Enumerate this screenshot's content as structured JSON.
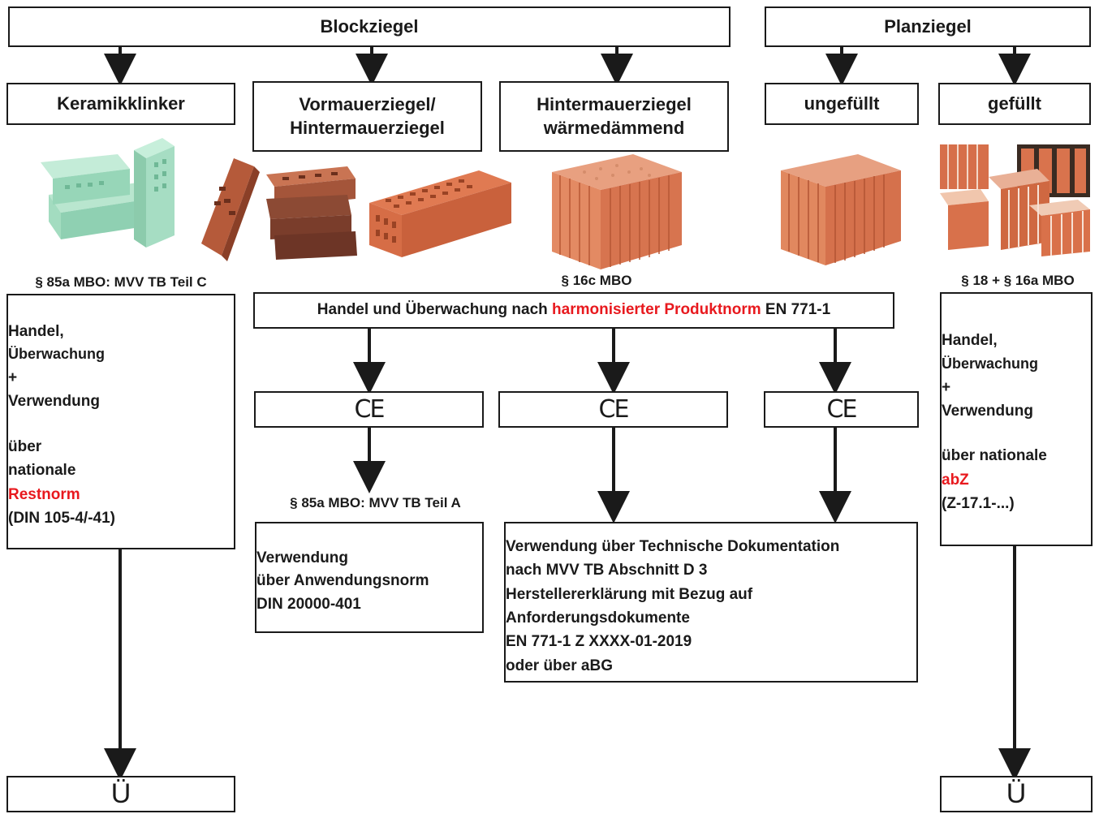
{
  "top": {
    "blockziegel": "Blockziegel",
    "planziegel": "Planziegel"
  },
  "categories": {
    "keramikklinker": "Keramikklinker",
    "vormauer_line1": "Vormauerziegel/",
    "vormauer_line2": "Hintermauerziegel",
    "hintermauer_line1": "Hintermauerziegel",
    "hintermauer_line2": "wärmedämmend",
    "ungefuellt": "ungefüllt",
    "gefuellt": "gefüllt"
  },
  "legal": {
    "left": "§ 85a MBO: MVV TB Teil C",
    "center": "§ 16c MBO",
    "right": "§ 18 + § 16a MBO",
    "teil_a": "§ 85a MBO: MVV TB Teil A"
  },
  "handel_bar": {
    "prefix": "Handel und Überwachung nach ",
    "highlight": "harmonisierter Produktnorm",
    "suffix": " EN 771-1"
  },
  "left_box": {
    "l1": "Handel,",
    "l2": "Überwachung",
    "l3": "+",
    "l4": "Verwendung",
    "l5": "über",
    "l6": "nationale",
    "l7": "Restnorm",
    "l8": "(DIN 105-4/-41)"
  },
  "right_box": {
    "l1": "Handel,",
    "l2": "Überwachung",
    "l3": "+",
    "l4": "Verwendung",
    "l5": "über nationale",
    "l6": "abZ",
    "l7": "(Z-17.1-...)"
  },
  "ce_mark": "CE",
  "verwendung_left": {
    "l1": "Verwendung",
    "l2": "über Anwendungsnorm",
    "l3": "DIN 20000-401"
  },
  "verwendung_right": {
    "l1": "Verwendung über Technische Dokumentation",
    "l2": "nach MVV TB Abschnitt D 3",
    "l3": "Herstellererklärung mit Bezug auf",
    "l4": "Anforderungsdokumente",
    "l5": "EN 771-1 Z XXXX-01-2019",
    "l6": "oder über aBG"
  },
  "bottom_symbol": "Ü",
  "colors": {
    "accent_red": "#e8191e",
    "brick": "#d9694a",
    "clinker": "#a8dcc3"
  },
  "images": [
    "green-clinker-bricks",
    "red-facing-bricks",
    "perforated-brick",
    "insulating-block-brick",
    "unfilled-plan-brick",
    "filled-plan-bricks"
  ]
}
